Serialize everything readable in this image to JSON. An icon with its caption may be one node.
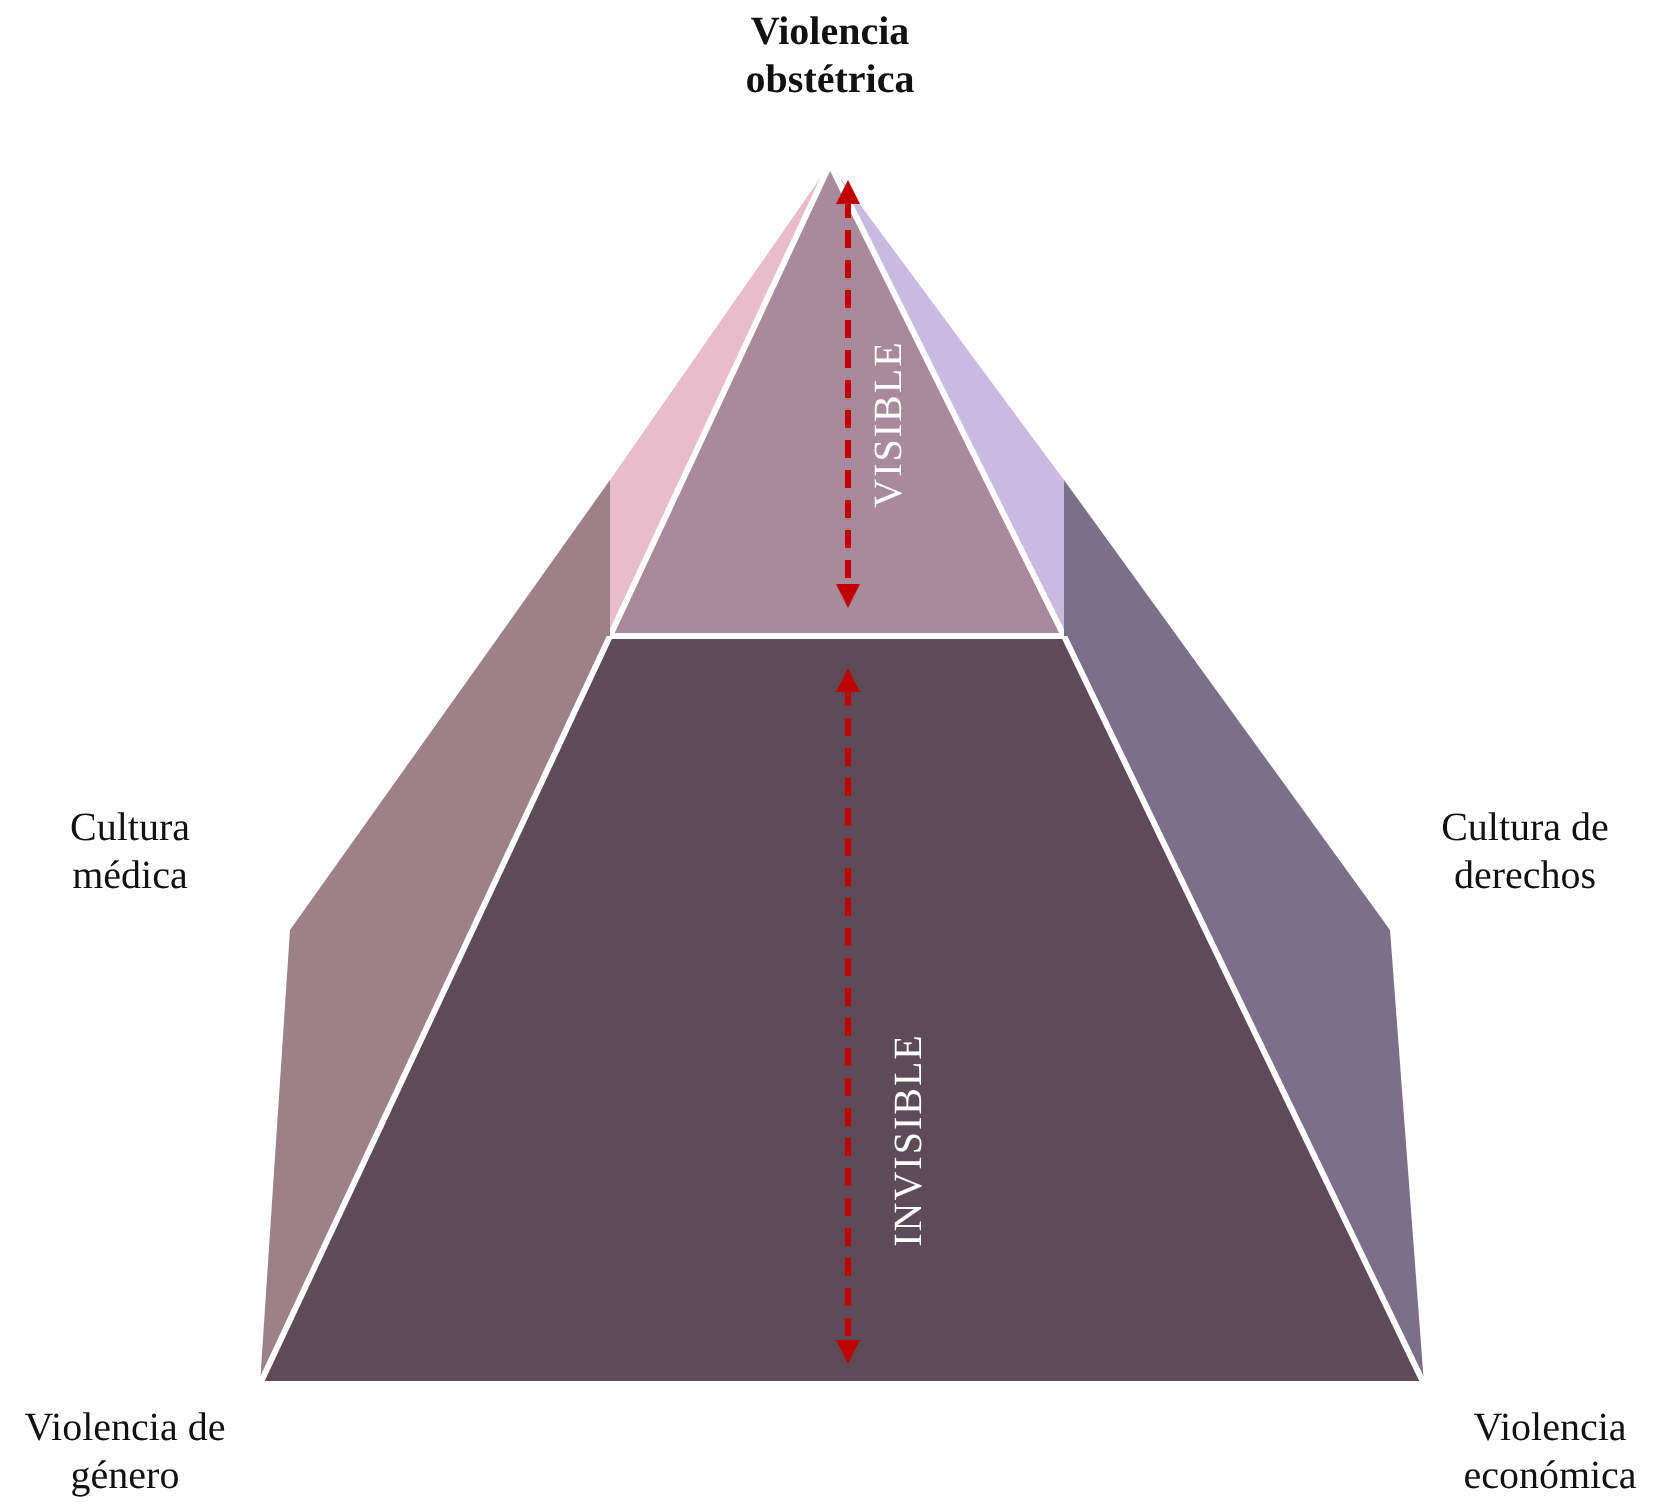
{
  "diagram": {
    "nodes": [
      {
        "text": [
          "VISIBLE"
        ]
      },
      {
        "text": [
          "INVISIBLE"
        ]
      }
    ],
    "labels": [
      "Violencia obstétrica",
      "Cultura médica",
      "Cultura de derechos",
      "Violencia de género",
      "Violencia económica"
    ]
  }
}
